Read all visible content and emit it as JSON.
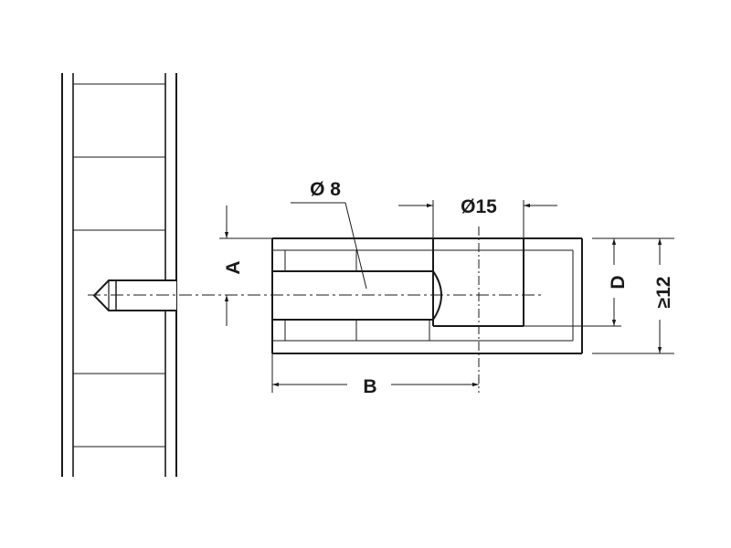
{
  "labels": {
    "diameter_small": "Ø 8",
    "diameter_large": "Ø15",
    "dim_a": "A",
    "dim_b": "B",
    "dim_d": "D",
    "dim_min_thickness": "≥12"
  },
  "colors": {
    "line": "#1a1a1a",
    "background": "#ffffff"
  }
}
